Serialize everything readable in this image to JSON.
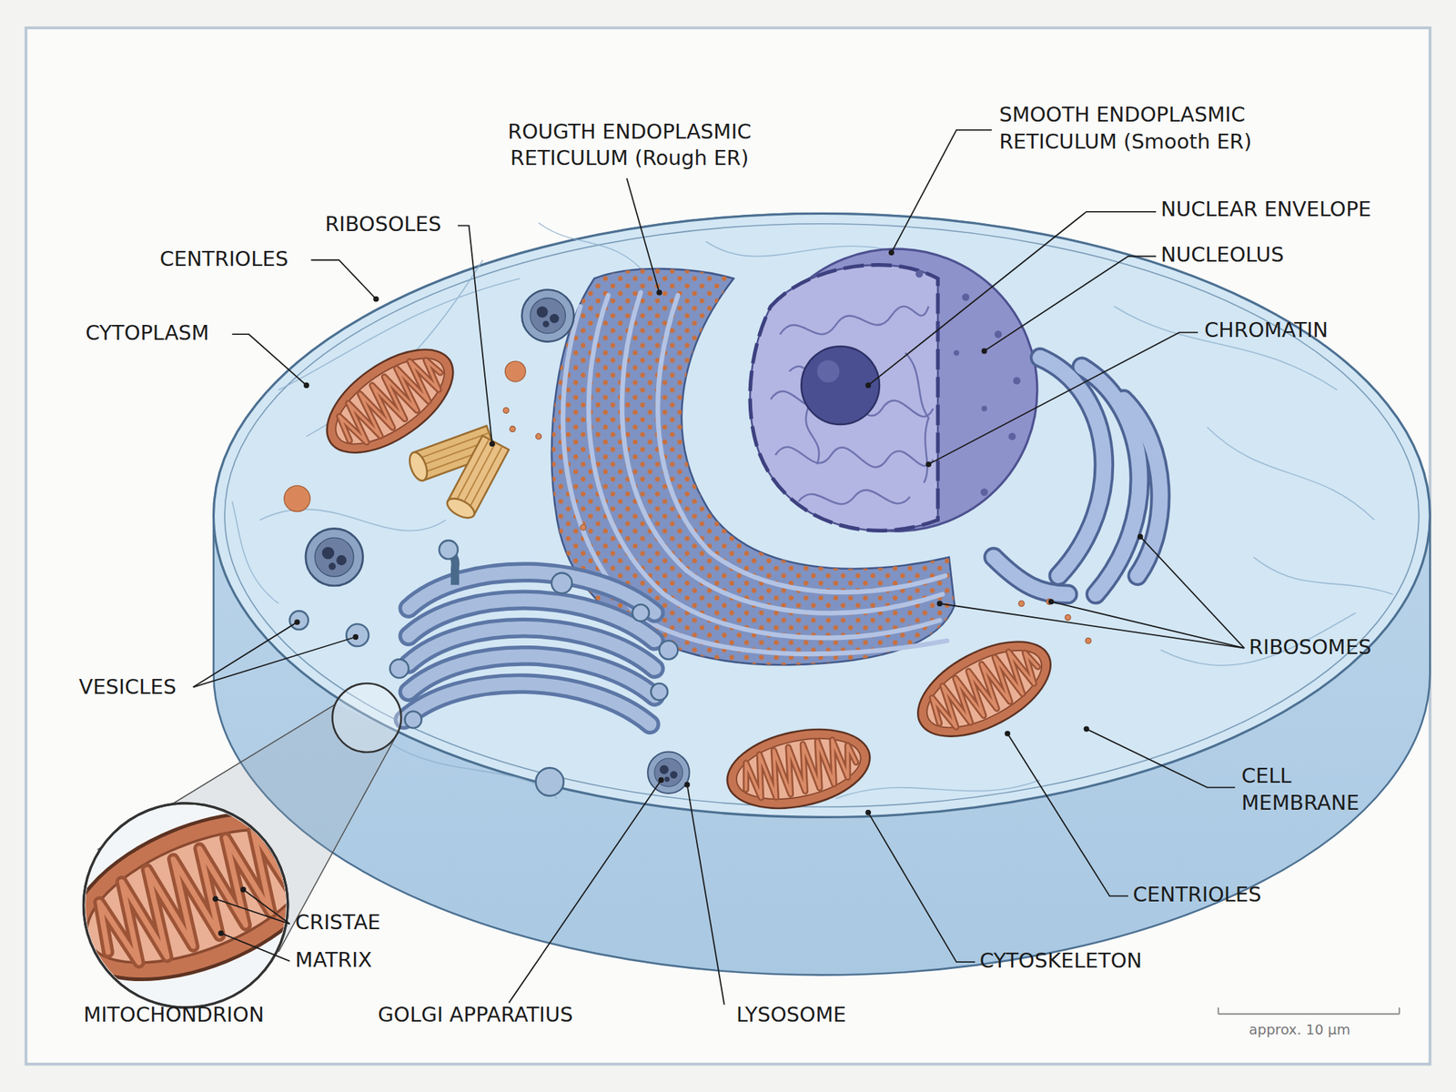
{
  "diagram": {
    "labels": [
      "ROUGTH ENDOPLASMIC RETICULUM (Rough ER)",
      "SMOOTH ENDOPLASMIC RETICULUM (Smooth ER)",
      "NUCLEAR ENVELOPE",
      "NUCLEOLUS",
      "CHROMATIN",
      "RIBOSOLES",
      "CENTRIOLES",
      "CYTOPLASM",
      "VESICLES",
      "RIBOSOMES",
      "CELL MEMBRANE",
      "CENTRIOLES",
      "CYTOSKELETON",
      "LYSOSOME",
      "GOLGI APPARATIUS",
      "MITOCHONDRION",
      "CRISTAE",
      "MATRIX",
      "approx. 10 μm"
    ]
  }
}
